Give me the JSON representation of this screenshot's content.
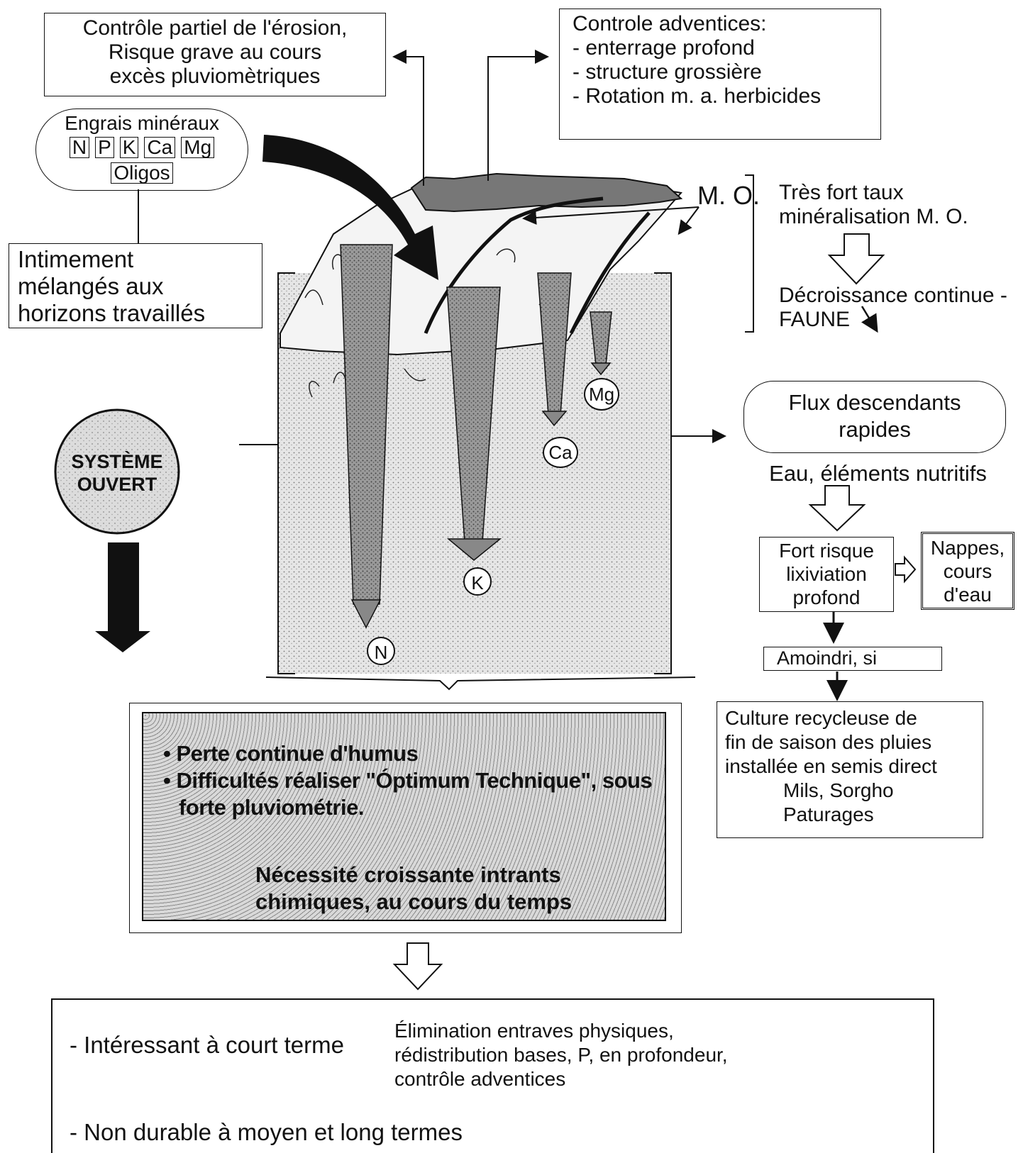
{
  "erosion_box": {
    "lines": [
      "Contrôle partiel de l'érosion,",
      "Risque grave au cours",
      "excès pluviomètriques"
    ]
  },
  "weeds_box": {
    "lines": [
      "Controle adventices:",
      "- enterrage profond",
      "- structure grossière",
      "- Rotation m. a. herbicides"
    ]
  },
  "fertilizer": {
    "title": "Engrais minéraux",
    "nutrients": [
      "N",
      "P",
      "K",
      "Ca",
      "Mg"
    ],
    "oligos": "Oligos"
  },
  "mixed_box": {
    "lines": [
      "Intimement",
      "mélangés aux",
      "horizons travaillés"
    ]
  },
  "mo": {
    "label": "M. O.",
    "note_lines": [
      "Très fort taux",
      "minéralisation M. O."
    ],
    "decrease_lines": [
      "Décroissance continue -",
      "FAUNE"
    ]
  },
  "soil_nutrients": {
    "n": "N",
    "k": "K",
    "ca": "Ca",
    "mg": "Mg"
  },
  "open_system": {
    "line1": "SYSTÈME",
    "line2": "OUVERT"
  },
  "flux": {
    "title_lines": [
      "Flux descendants",
      "rapides"
    ],
    "subtitle": "Eau, éléments nutritifs"
  },
  "leaching": {
    "lines": [
      "Fort risque",
      "lixiviation",
      "profond"
    ]
  },
  "nappes": {
    "lines": [
      "Nappes,",
      "cours",
      "d'eau"
    ]
  },
  "reduced": "Amoindri, si",
  "recycling": {
    "lines": [
      "Culture recycleuse de",
      "fin de saison des pluies",
      "installée en semis direct"
    ],
    "crops": [
      "Mils, Sorgho",
      "Paturages"
    ]
  },
  "consequences": {
    "bullets": [
      "Perte continue d'humus",
      "Difficultés réaliser \"Óptimum Technique\", sous forte pluviométrie."
    ],
    "result_lines": [
      "Nécessité croissante intrants",
      "chimiques, au cours du temps"
    ]
  },
  "conclusion": {
    "short_term": "- Intéressant à court terme",
    "short_term_detail": [
      "Élimination entraves physiques,",
      "rédistribution bases, P, en profondeur,",
      "contrôle adventices"
    ],
    "long_term": "- Non durable à moyen et long termes"
  }
}
